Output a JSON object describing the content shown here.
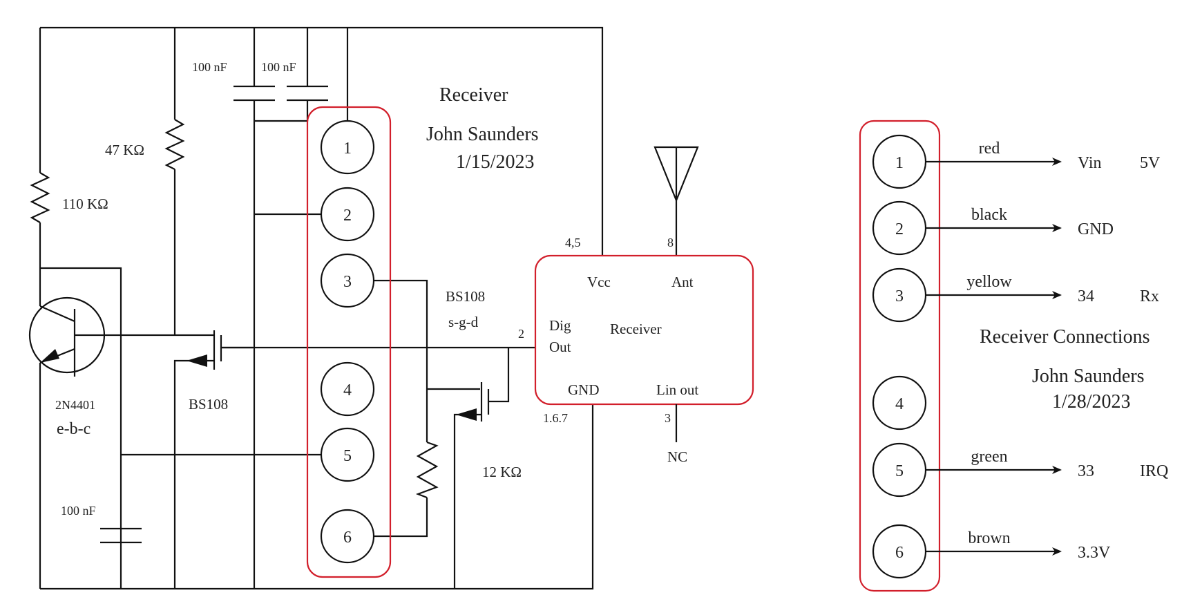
{
  "schematic": {
    "title": "Receiver",
    "author": "John Saunders",
    "date": "1/15/2023",
    "components": {
      "c1": "100 nF",
      "c2": "100 nF",
      "c3": "100 nF",
      "r1": "110 KΩ",
      "r2": "47 KΩ",
      "r3": "12 KΩ",
      "q1_part": "2N4401",
      "q1_pinout": "e-b-c",
      "m1_part": "BS108",
      "m2_part": "BS108",
      "m2_pinout": "s-g-d"
    },
    "connector_pins": [
      "1",
      "2",
      "3",
      "4",
      "5",
      "6"
    ],
    "module": {
      "name": "Receiver",
      "vcc_label": "Vcc",
      "ant_label": "Ant",
      "dig_label_1": "Dig",
      "dig_label_2": "Out",
      "gnd_label": "GND",
      "lin_label": "Lin out",
      "vcc_pins": "4,5",
      "ant_pin": "8",
      "dig_pin": "2",
      "gnd_pins": "1.6.7",
      "lin_pin": "3",
      "lin_note": "NC"
    }
  },
  "connections": {
    "title": "Receiver Connections",
    "author": "John Saunders",
    "date": "1/28/2023",
    "pins": [
      {
        "pin": "1",
        "wire": "red",
        "target_a": "Vin",
        "target_b": "5V"
      },
      {
        "pin": "2",
        "wire": "black",
        "target_a": "GND",
        "target_b": ""
      },
      {
        "pin": "3",
        "wire": "yellow",
        "target_a": "34",
        "target_b": "Rx"
      },
      {
        "pin": "4",
        "wire": "",
        "target_a": "",
        "target_b": ""
      },
      {
        "pin": "5",
        "wire": "green",
        "target_a": "33",
        "target_b": "IRQ"
      },
      {
        "pin": "6",
        "wire": "brown",
        "target_a": "3.3V",
        "target_b": ""
      }
    ]
  },
  "colors": {
    "wire": "#111111",
    "connector_outline": "#d21f2b",
    "text": "#222222"
  }
}
